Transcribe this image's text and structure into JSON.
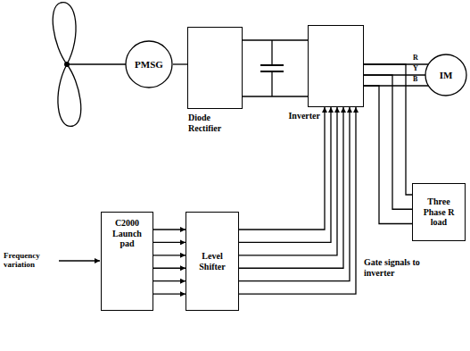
{
  "diagram": {
    "nodes": [
      {
        "text": [
          "PMSG"
        ]
      },
      {
        "text": [
          "Diode Rectifier"
        ]
      },
      {
        "text": [
          "Inverter"
        ]
      },
      {
        "text": [
          "IM"
        ]
      },
      {
        "text": [
          "Three Phase R load"
        ]
      },
      {
        "text": [
          "C2000 Launch pad"
        ]
      },
      {
        "text": [
          "Level Shifter"
        ]
      }
    ],
    "edges": [
      {
        "from": 0,
        "to": 1,
        "arrow": "none"
      },
      {
        "from": 1,
        "to": 2,
        "arrow": "none"
      },
      {
        "from": 2,
        "to": 3,
        "arrow": "none"
      },
      {
        "from": 2,
        "to": 4,
        "arrow": "none"
      },
      {
        "from": 5,
        "to": 6,
        "arrow": "to"
      },
      {
        "from": 6,
        "to": 2,
        "arrow": "to"
      }
    ],
    "labels": [
      "R",
      "Y",
      "B",
      "Frequency variation",
      "Gate signals to inverter"
    ]
  }
}
